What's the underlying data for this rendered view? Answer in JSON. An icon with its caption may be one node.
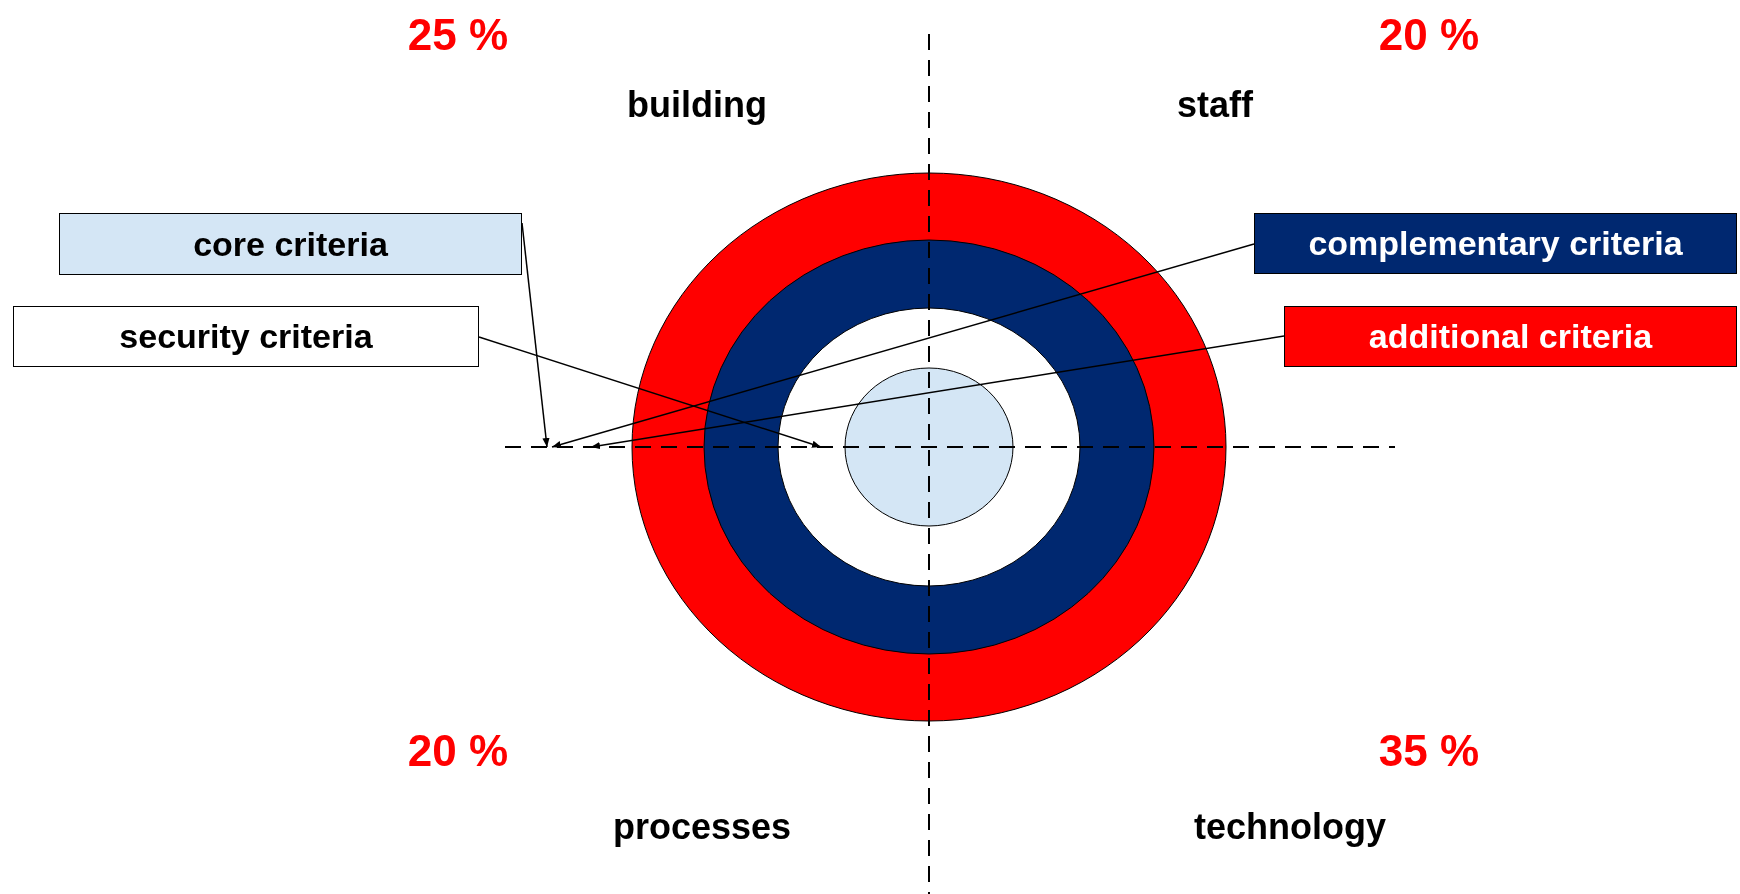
{
  "diagram": {
    "nodes": [
      {
        "text": [
          "core criteria"
        ]
      },
      {
        "text": [
          "security criteria"
        ]
      },
      {
        "text": [
          "complementary criteria"
        ]
      },
      {
        "text": [
          "additional criteria"
        ]
      }
    ],
    "edges": [
      {
        "from": 0,
        "to": null,
        "arrow": "to"
      },
      {
        "from": 1,
        "to": null,
        "arrow": "to"
      },
      {
        "from": 2,
        "to": null,
        "arrow": "to"
      },
      {
        "from": 3,
        "to": null,
        "arrow": "to"
      }
    ],
    "labels": [
      "25 %",
      "20 %",
      "building",
      "staff",
      "20 %",
      "35 %",
      "processes",
      "technology"
    ]
  }
}
